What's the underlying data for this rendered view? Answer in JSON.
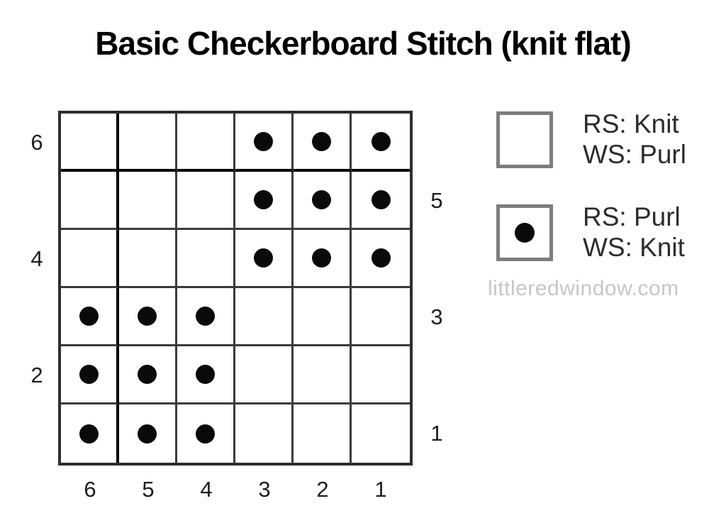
{
  "title": "Basic Checkerboard Stitch (knit flat)",
  "watermark": "littleredwindow.com",
  "legend": [
    {
      "symbol": "empty-square",
      "lines": [
        "RS: Knit",
        "WS: Purl"
      ]
    },
    {
      "symbol": "dot-square",
      "lines": [
        "RS: Purl",
        "WS: Knit"
      ]
    }
  ],
  "chart_data": {
    "type": "table",
    "description": "6x6 knitting chart; 1 = purl dot symbol, 0 = empty knit square; columns numbered right-to-left 1-6, rows numbered bottom-to-top 1-6",
    "columns_bottom_labels": [
      "6",
      "5",
      "4",
      "3",
      "2",
      "1"
    ],
    "rows": [
      {
        "label": "6",
        "label_side": "left",
        "cells": [
          0,
          0,
          0,
          1,
          1,
          1
        ]
      },
      {
        "label": "5",
        "label_side": "right",
        "cells": [
          0,
          0,
          0,
          1,
          1,
          1
        ]
      },
      {
        "label": "4",
        "label_side": "left",
        "cells": [
          0,
          0,
          0,
          1,
          1,
          1
        ]
      },
      {
        "label": "3",
        "label_side": "right",
        "cells": [
          1,
          1,
          1,
          0,
          0,
          0
        ]
      },
      {
        "label": "2",
        "label_side": "left",
        "cells": [
          1,
          1,
          1,
          0,
          0,
          0
        ]
      },
      {
        "label": "1",
        "label_side": "right",
        "cells": [
          1,
          1,
          1,
          0,
          0,
          0
        ]
      }
    ],
    "cell_legend": {
      "0": "RS: Knit / WS: Purl",
      "1": "RS: Purl / WS: Knit"
    },
    "repeat_lines": {
      "after_column_index": 0,
      "after_row_index": 0
    }
  },
  "colors": {
    "dot": "#0a0a0a",
    "grid_line": "#3a3a3a",
    "repeat_line": "#000000",
    "label_text": "#1d1d1d",
    "legend_border": "#7d7d7d",
    "watermark": "#c6c6c6"
  }
}
